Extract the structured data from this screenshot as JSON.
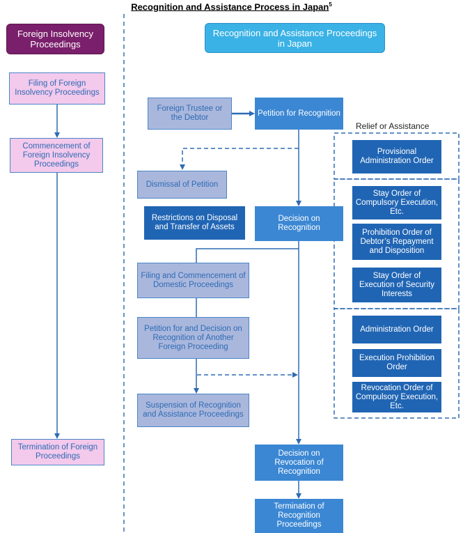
{
  "title": "Recognition and Assistance Process in Japan",
  "title_footnote": "5",
  "left_header": "Foreign Insolvency Proceedings",
  "right_header": "Recognition and Assistance Proceedings in Japan",
  "relief_label": "Relief or Assistance",
  "left_boxes": {
    "filing": "Filing of Foreign Insolvency Proceedings",
    "commencement": "Commencement of Foreign Insolvency Proceedings",
    "termination": "Termination of Foreign Proceedings"
  },
  "center_boxes": {
    "trustee": "Foreign Trustee or the Debtor",
    "petition": "Petition for Recognition",
    "dismissal": "Dismissal of Petition",
    "restrictions": "Restrictions on Disposal and Transfer of Assets",
    "decision": "Decision on Recognition",
    "domestic": "Filing and Commencement of Domestic Proceedings",
    "another": "Petition for and Decision on Recognition of Another Foreign Proceeding",
    "suspension": "Suspension of Recognition and Assistance Proceedings",
    "revocation": "Decision on Revocation of Recognition",
    "termination": "Termination of Recognition Proceedings"
  },
  "relief_boxes": {
    "provisional": "Provisional Administration Order",
    "stay_compulsory": "Stay Order of Compulsory Execution, Etc.",
    "prohibition": "Prohibition Order of Debtor’s Repayment and Disposition",
    "stay_security": "Stay Order of Execution of Security Interests",
    "administration": "Administration Order",
    "execution_prohibition": "Execution Prohibition Order",
    "revocation_compulsory": "Revocation Order of Compulsory Execution, Etc."
  }
}
